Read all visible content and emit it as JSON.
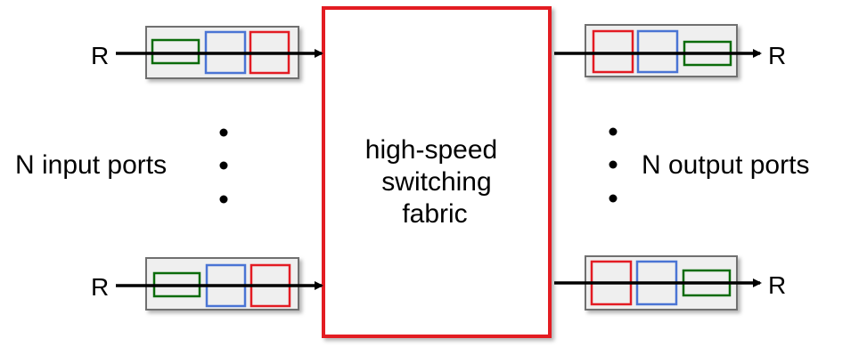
{
  "colors": {
    "fabric_border": "#e31b23",
    "port_border": "#6f6f6f",
    "port_fill": "#efefef",
    "queue_green": "#0a6b0a",
    "queue_blue": "#4a74d4",
    "queue_red": "#e31b23",
    "arrow": "#000000"
  },
  "fabric": {
    "line1": "high-speed",
    "line2": "switching",
    "line3": "fabric"
  },
  "inputs": {
    "label": "N input ports",
    "rate_top": "R",
    "rate_bottom": "R"
  },
  "outputs": {
    "label": "N output ports",
    "rate_top": "R",
    "rate_bottom": "R"
  }
}
